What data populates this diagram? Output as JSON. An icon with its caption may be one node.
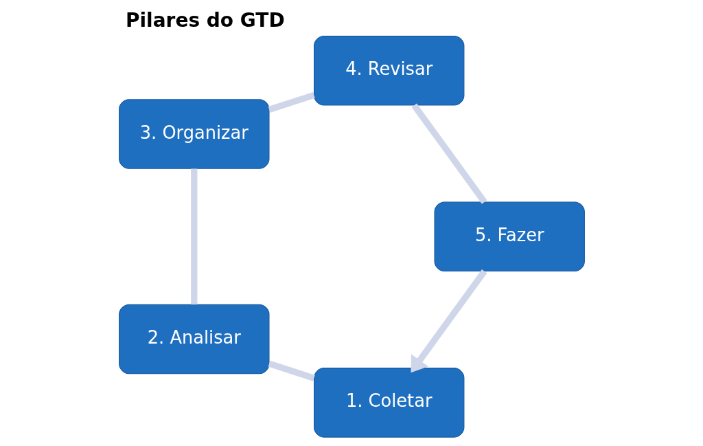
{
  "diagram": {
    "title": "Pilares do GTD",
    "nodes": [
      {
        "text": [
          "1. Coletar"
        ]
      },
      {
        "text": [
          "2. Analisar"
        ]
      },
      {
        "text": [
          "3. Organizar"
        ]
      },
      {
        "text": [
          "4. Revisar"
        ]
      },
      {
        "text": [
          "5. Fazer"
        ]
      }
    ],
    "edges": [
      {
        "from": 0,
        "to": 1,
        "arrow": "none"
      },
      {
        "from": 1,
        "to": 2,
        "arrow": "none"
      },
      {
        "from": 2,
        "to": 3,
        "arrow": "none"
      },
      {
        "from": 3,
        "to": 4,
        "arrow": "none"
      },
      {
        "from": 4,
        "to": 0,
        "arrow": "to"
      }
    ]
  }
}
